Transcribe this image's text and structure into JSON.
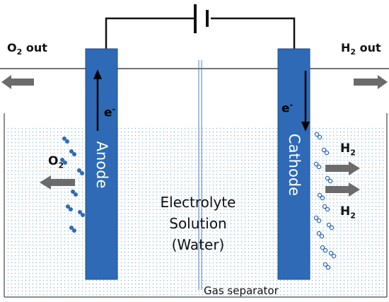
{
  "colors": {
    "electrode": "#2e6ab6",
    "electrode_edge": "#1d4e8f",
    "solution_dot": "#7fb0d8",
    "arrow": "#6b6b6b",
    "wire": "#111111",
    "bubble": "#2e6ab6",
    "separator": "#4d7fbf"
  },
  "labels": {
    "o2_out": "O",
    "o2_out_sub": "2",
    "o2_out_rest": " out",
    "h2_out": "H",
    "h2_out_sub": "2",
    "h2_out_rest": " out",
    "anode": "Anode",
    "cathode": "Cathode",
    "electron_anode": "e",
    "electron_cathode": "e",
    "electron_sup": "-",
    "o2_gas": "O",
    "o2_gas_sub": "2",
    "h2_gas_top": "H",
    "h2_gas_top_sub": "2",
    "h2_gas_bottom": "H",
    "h2_gas_bottom_sub": "2",
    "electrolyte_line1": "Electrolyte",
    "electrolyte_line2": "Solution",
    "electrolyte_line3": "(Water)",
    "separator": "Gas separator"
  },
  "icons": {
    "battery": "battery-icon",
    "outlet_left": "arrow-left-icon",
    "outlet_right": "arrow-right-icon",
    "bubbles": "gas-bubble-icon"
  }
}
